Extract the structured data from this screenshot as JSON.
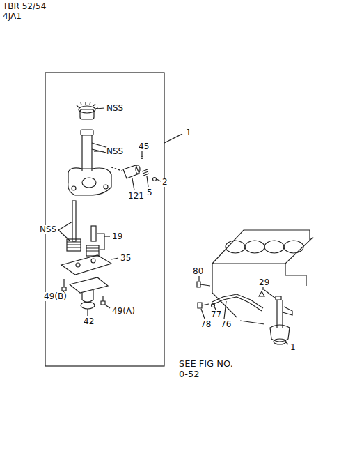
{
  "diagram": {
    "labels": [
      "TBR 52/54",
      "4JA1",
      "NSS",
      "NSS",
      "1",
      "45",
      "5",
      "2",
      "121",
      "NSS",
      "19",
      "35",
      "49(B)",
      "49(A)",
      "42",
      "80",
      "29",
      "77",
      "78",
      "76",
      "1",
      "SEE FIG NO.",
      "0-52"
    ]
  }
}
